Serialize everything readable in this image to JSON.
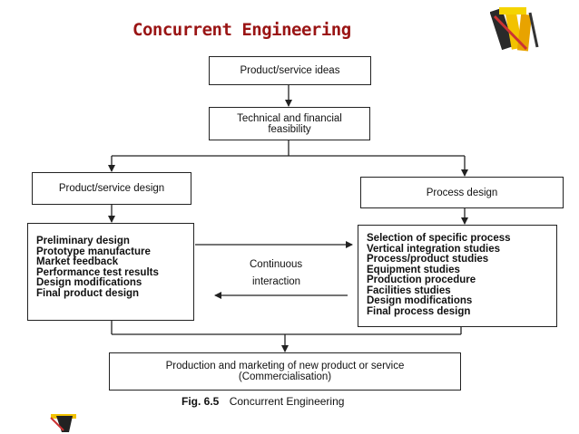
{
  "title": "Concurrent Engineering",
  "boxes": {
    "ideas": "Product/service ideas",
    "feasibility_line1": "Technical and financial",
    "feasibility_line2": "feasibility",
    "product_design": "Product/service design",
    "process_design": "Process design",
    "production_line1": "Production and marketing of new product or service",
    "production_line2": "(Commercialisation)"
  },
  "product_list": [
    "Preliminary design",
    "Prototype manufacture",
    "Market feedback",
    "Performance test results",
    "Design modifications",
    "Final product design"
  ],
  "process_list": [
    "Selection of specific process",
    "Vertical integration studies",
    "Process/product studies",
    "Equipment studies",
    "Production procedure",
    "Facilities studies",
    "Design modifications",
    "Final process design"
  ],
  "interaction_line1": "Continuous",
  "interaction_line2": "interaction",
  "caption": {
    "fig_label": "Fig. 6.5",
    "fig_title": "Concurrent Engineering"
  }
}
